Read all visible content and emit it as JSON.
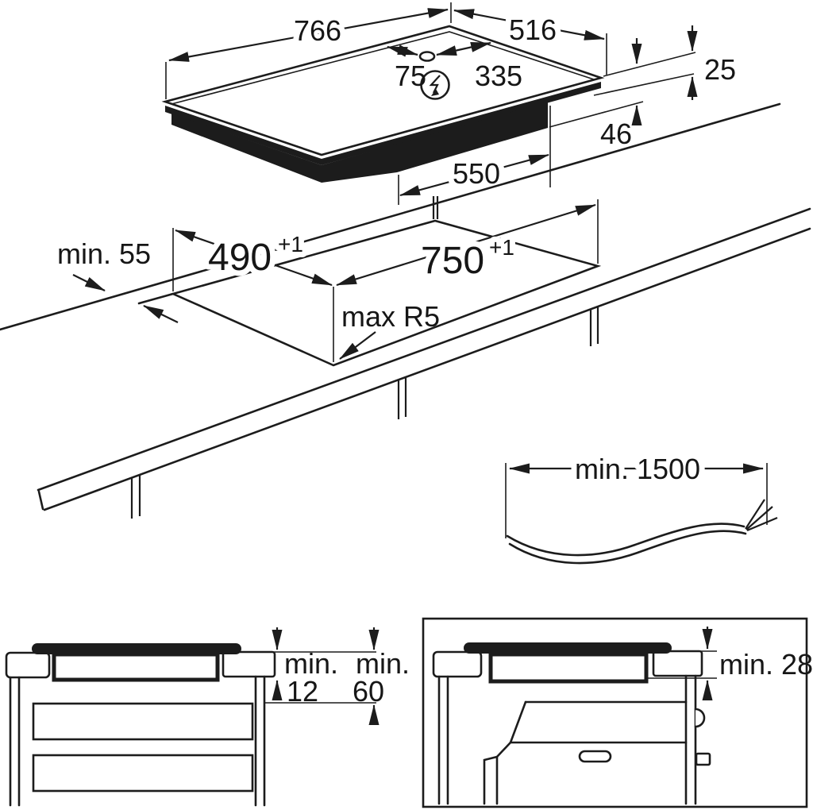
{
  "diagram": {
    "kind": "induction hob installation dimensions drawing",
    "background_color": "#ffffff",
    "line_color": "#1c1c1c"
  },
  "hob_view": {
    "width": "766",
    "depth": "516",
    "cable_outlet_from_left": "75",
    "cable_outlet_from_right": "335",
    "height_above_worktop": "25",
    "depth_below_worktop": "46",
    "body_width": "550",
    "power_symbol": "lightning-bolt-in-circle"
  },
  "cutout_view": {
    "cutout_depth": "490",
    "cutout_depth_tolerance": "+1",
    "cutout_width": "750",
    "cutout_width_tolerance": "+1",
    "rear_clearance": "min. 55",
    "corner_radius": "max R5"
  },
  "cable_view": {
    "cable_length": "min. 1500"
  },
  "drawer_section_view": {
    "clearance_a_label": "min.",
    "clearance_a_value": "12",
    "clearance_b_label": "min.",
    "clearance_b_value": "60"
  },
  "oven_section_view": {
    "oven_clearance": "min. 28"
  }
}
